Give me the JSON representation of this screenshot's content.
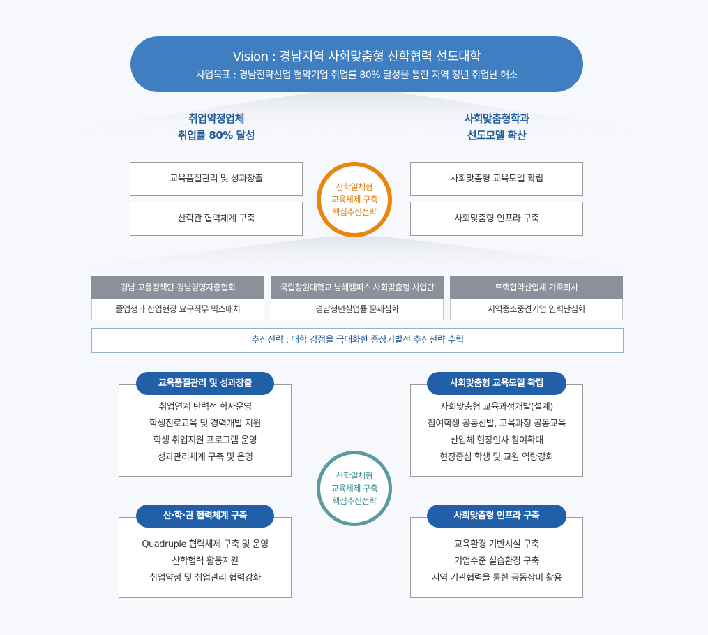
{
  "vision": {
    "title": "Vision : 경남지역 사회맞춤형 산학협력 선도대학",
    "goal": "사업목표 : 경남전략산업 협약기업 취업률 80% 달성을 통한 지역 청년 취업난 해소"
  },
  "goals": {
    "left": [
      "취업약정업체",
      "취업률 80% 달성"
    ],
    "right": [
      "사회맞춤형학과",
      "선도모델 확산"
    ]
  },
  "upper_boxes": {
    "left": [
      "교육품질관리 및 성과창출",
      "산학관 협력체계 구축"
    ],
    "right": [
      "사회맞춤형 교육모델 확립",
      "사회맞춤형 인프라 구축"
    ]
  },
  "center_circle": [
    "산학일체형",
    "교육체제 구축",
    "핵심추진전략"
  ],
  "organizations": [
    {
      "head": "경남 고용정책단 경남경영자총협회",
      "body": "졸업생과 산업현장 요구직무 믹스매치"
    },
    {
      "head": "국립창원대학교 남해캠퍼스 사회맞춤형 사업단",
      "body": "경남청년실업률 문제심화"
    },
    {
      "head": "트랙협약산업체 가족회사",
      "body": "지역중소중견기업 인력난심화"
    }
  ],
  "strategy": "추진전략 : 대학 강점을 극대화한 중장기발전 추진전략 수립",
  "lower_circle": [
    "산학일체형",
    "교육체제 구축",
    "핵심추진전략"
  ],
  "panels": [
    {
      "title": "교육품질관리 및 성과창출",
      "items": [
        "취업연계 탄력적 학사운영",
        "학생진로교육 및 경력개발 지원",
        "학생 취업지원 프로그램 운영",
        "성과관리체계 구축  및 운영"
      ]
    },
    {
      "title": "사회맞춤형 교육모델 확립",
      "items": [
        "사회맞춤형 교육과정개발(설계)",
        "참여학생 공동선발, 교육과정 공동교육",
        "산업체 현장인사 참여확대",
        "현장중심 학생 및 교원 역량강화"
      ]
    },
    {
      "title": "산·학·관 협력체계 구축",
      "items": [
        "Quadruple 협력체제 구축 및 운영",
        "산학협력 활동지원",
        "취업약정 및 취업관리 협력강화"
      ]
    },
    {
      "title": "사회맞춤형 인프라 구축",
      "items": [
        "교육환경 기반시설 구축",
        "기업수준 실습환경 구축",
        "지역 기관협력을 통한 공동장비 활용"
      ]
    }
  ],
  "colors": {
    "vision_bg": "#3f7fc1",
    "goal_text": "#1f5c9b",
    "circle_orange": "#e8860f",
    "circle_teal": "#5a9aa0",
    "org_head_bg": "#8a919b",
    "pill_bg": "#2160a8"
  }
}
